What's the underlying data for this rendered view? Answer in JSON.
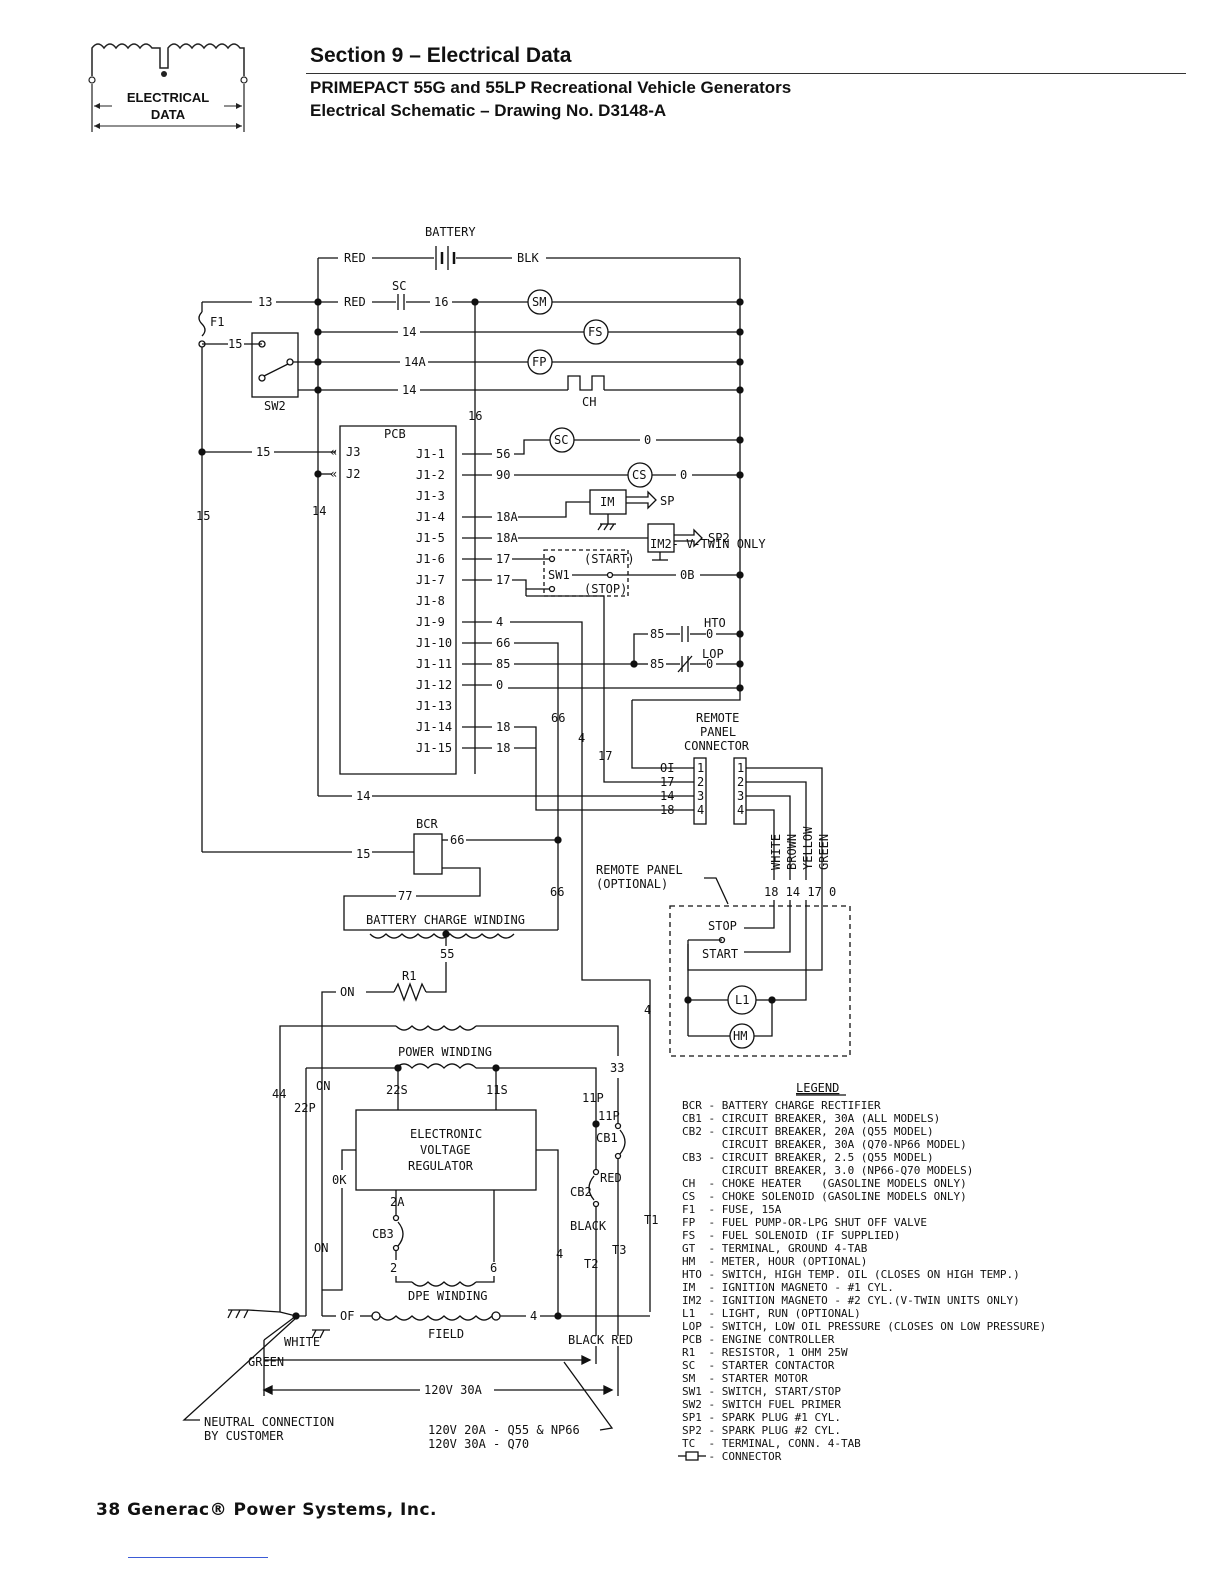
{
  "header": {
    "logo_line1": "ELECTRICAL",
    "logo_line2": "DATA",
    "section_title": "Section 9 – Electrical Data",
    "subtitle_line1": "PRIMEPACT 55G and 55LP Recreational Vehicle Generators",
    "subtitle_line2": "Electrical Schematic – Drawing No. D3148-A"
  },
  "schematic": {
    "battery": "BATTERY",
    "red": "RED",
    "blk": "BLK",
    "sc": "SC",
    "f1": "F1",
    "sw2": "SW2",
    "pcb": "PCB",
    "ch": "CH",
    "sm": "SM",
    "fs": "FS",
    "fp": "FP",
    "sc_circle": "SC",
    "cs": "CS",
    "im": "IM",
    "sp": "SP",
    "im2": "IM2- V-TWIN ONLY",
    "sp2": "SP2",
    "sw1": "SW1",
    "sw1_start": "(START)",
    "sw1_stop": "(STOP)",
    "hto": "HTO",
    "lop": "LOP",
    "wire_labels": [
      "13",
      "14",
      "14A",
      "14",
      "16",
      "16",
      "15",
      "15",
      "15",
      "14",
      "56",
      "90",
      "0",
      "0",
      "18A",
      "18A",
      "17",
      "17",
      "0B",
      "4",
      "66",
      "85",
      "85",
      "85",
      "0",
      "18",
      "18",
      "14",
      "66",
      "66",
      "4",
      "17",
      "OI",
      "17",
      "14",
      "18",
      "77",
      "55",
      "ON",
      "33",
      "44",
      "22P",
      "ON",
      "22S",
      "11S",
      "11P",
      "11P",
      "0K",
      "2A",
      "2",
      "6",
      "ON",
      "OF",
      "4",
      "4",
      "4",
      "T1",
      "T3",
      "T2"
    ],
    "j3": "J3",
    "j2": "J2",
    "j1_pins": [
      "J1-1",
      "J1-2",
      "J1-3",
      "J1-4",
      "J1-5",
      "J1-6",
      "J1-7",
      "J1-8",
      "J1-9",
      "J1-10",
      "J1-11",
      "J1-12",
      "J1-13",
      "J1-14",
      "J1-15"
    ],
    "remote_connector": [
      "REMOTE",
      "PANEL",
      "CONNECTOR"
    ],
    "remote_panel": [
      "REMOTE PANEL",
      "(OPTIONAL)"
    ],
    "wire_colors": [
      "WHITE",
      "BROWN",
      "YELLOW",
      "GREEN"
    ],
    "rp_wire_nums": "18 14 17 0",
    "stop": "STOP",
    "start": "START",
    "l1": "L1",
    "hm": "HM",
    "bcr": "BCR",
    "battery_charge_winding": "BATTERY CHARGE WINDING",
    "r1": "R1",
    "power_winding": "POWER WINDING",
    "evr": [
      "ELECTRONIC",
      "VOLTAGE",
      "REGULATOR"
    ],
    "cb1": "CB1",
    "cb2": "CB2",
    "cb3": "CB3",
    "red_label": "RED",
    "black_label": "BLACK",
    "dpe_winding": "DPE WINDING",
    "field": "FIELD",
    "white": "WHITE",
    "green": "GREEN",
    "black_red": "BLACK RED",
    "v120_30a": "120V 30A",
    "neutral": [
      "NEUTRAL CONNECTION",
      "BY CUSTOMER"
    ],
    "ratings": [
      "120V 20A - Q55 & NP66",
      "120V 30A - Q70"
    ]
  },
  "legend": {
    "title": "LEGEND",
    "entries": [
      "BCR - BATTERY CHARGE RECTIFIER",
      "CB1 - CIRCUIT BREAKER, 30A (ALL MODELS)",
      "CB2 - CIRCUIT BREAKER, 20A (Q55 MODEL)",
      "      CIRCUIT BREAKER, 30A (Q70-NP66 MODEL)",
      "CB3 - CIRCUIT BREAKER, 2.5 (Q55 MODEL)",
      "      CIRCUIT BREAKER, 3.0 (NP66-Q70 MODELS)",
      "CH  - CHOKE HEATER   (GASOLINE MODELS ONLY)",
      "CS  - CHOKE SOLENOID (GASOLINE MODELS ONLY)",
      "F1  - FUSE, 15A",
      "FP  - FUEL PUMP-OR-LPG SHUT OFF VALVE",
      "FS  - FUEL SOLENOID (IF SUPPLIED)",
      "GT  - TERMINAL, GROUND 4-TAB",
      "HM  - METER, HOUR (OPTIONAL)",
      "HTO - SWITCH, HIGH TEMP. OIL (CLOSES ON HIGH TEMP.)",
      "IM  - IGNITION MAGNETO - #1 CYL.",
      "IM2 - IGNITION MAGNETO - #2 CYL.(V-TWIN UNITS ONLY)",
      "L1  - LIGHT, RUN (OPTIONAL)",
      "LOP - SWITCH, LOW OIL PRESSURE (CLOSES ON LOW PRESSURE)",
      "PCB - ENGINE CONTROLLER",
      "R1  - RESISTOR, 1 OHM 25W",
      "SC  - STARTER CONTACTOR",
      "SM  - STARTER MOTOR",
      "SW1 - SWITCH, START/STOP",
      "SW2 - SWITCH FUEL PRIMER",
      "SP1 - SPARK PLUG #1 CYL.",
      "SP2 - SPARK PLUG #2 CYL.",
      "TC  - TERMINAL, CONN. 4-TAB",
      "    - CONNECTOR"
    ]
  },
  "footer": {
    "text": "38  Generac® Power Systems, Inc."
  }
}
